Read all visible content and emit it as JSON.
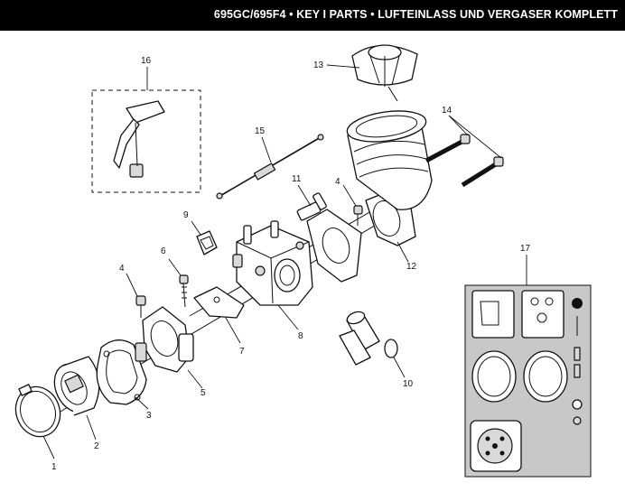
{
  "header": {
    "title": "695GC/695F4 • KEY I PARTS •  LUFTEINLASS UND VERGASER KOMPLETT"
  },
  "callouts": {
    "c1": "1",
    "c2": "2",
    "c3": "3",
    "c4a": "4",
    "c4b": "4",
    "c5": "5",
    "c6": "6",
    "c7": "7",
    "c8": "8",
    "c9": "9",
    "c10": "10",
    "c11": "11",
    "c12": "12",
    "c13": "13",
    "c14": "14",
    "c15": "15",
    "c16": "16",
    "c17": "17"
  }
}
